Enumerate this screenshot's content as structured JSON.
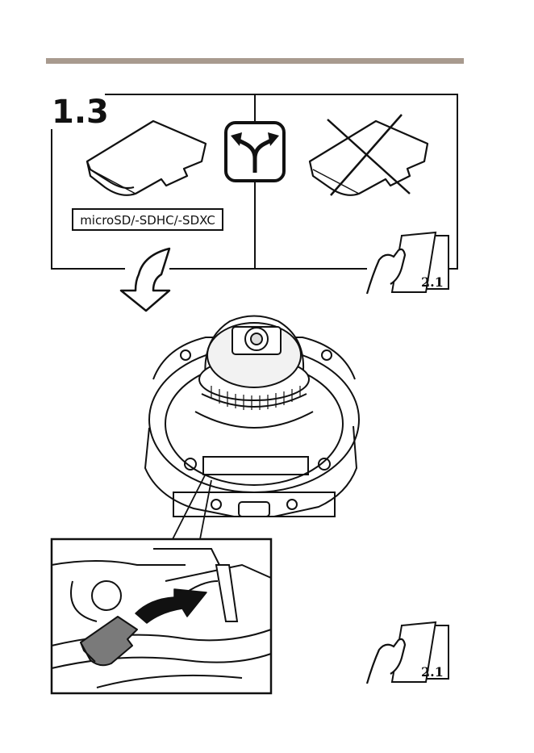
{
  "step": {
    "number": "1.3"
  },
  "card": {
    "type_label": "microSD/-SDHC/-SDXC"
  },
  "references": {
    "top": "2.1",
    "bottom": "2.1"
  },
  "colors": {
    "header_rule": "#a89a8e",
    "line": "#111111",
    "card_gray": "#7a7a7a"
  },
  "icons": {
    "choice": "fork-arrow-icon",
    "flow": "down-arrow-icon",
    "page_turn": "page-turn-hand-icon",
    "insert": "insert-arrow-icon"
  }
}
